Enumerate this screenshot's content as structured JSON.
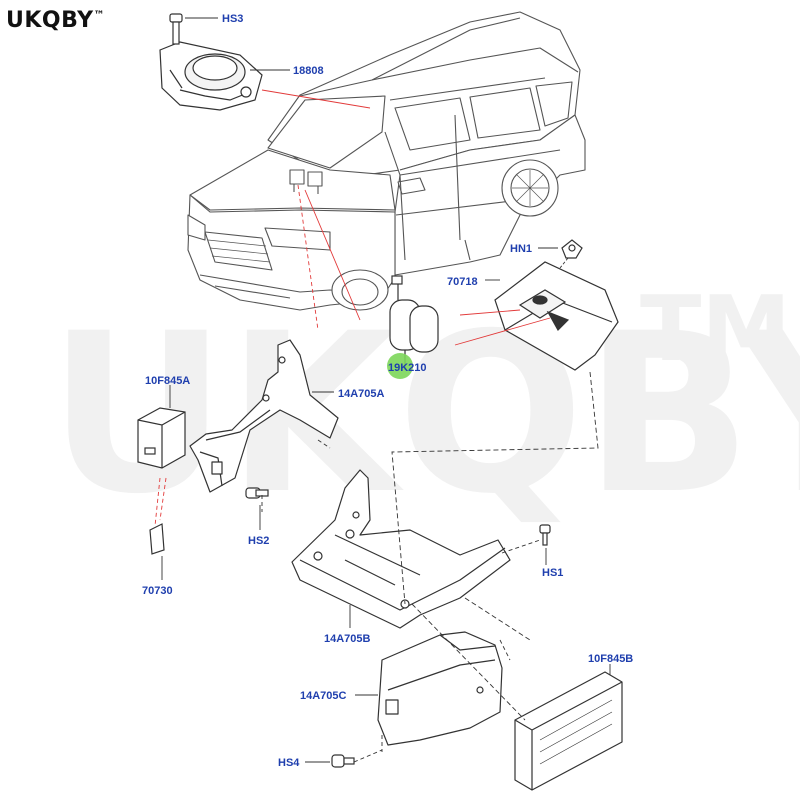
{
  "brand": {
    "name": "UKQBY",
    "mark": "™"
  },
  "watermark": {
    "text": "UKQBY",
    "mark": "TM"
  },
  "colors": {
    "callout": "#1f3fae",
    "leader": "#e23a3a",
    "line": "#333333",
    "part_fill": "#f4f4f4",
    "highlight": "#7cd65a",
    "watermark": "#f1f1f1"
  },
  "callouts": {
    "hs3": "HS3",
    "p18808": "18808",
    "hn1": "HN1",
    "p70718": "70718",
    "p19k210": "19K210",
    "p10f845a": "10F845A",
    "p14a705a": "14A705A",
    "hs2": "HS2",
    "p70730": "70730",
    "hs1": "HS1",
    "p14a705b": "14A705B",
    "p10f845b": "10F845B",
    "p14a705c": "14A705C",
    "hs4": "HS4"
  }
}
